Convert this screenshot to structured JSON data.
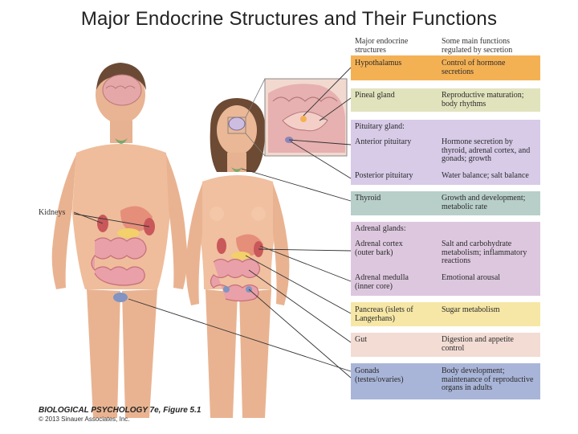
{
  "title": "Major Endocrine Structures and Their Functions",
  "columns": {
    "structures": "Major endocrine structures",
    "functions": "Some main functions regulated by secretion"
  },
  "rows": [
    {
      "structure": "Hypothalamus",
      "function": "Control of hormone secretions",
      "color": "#f4b154"
    },
    {
      "structure": "Pineal gland",
      "function": "Reproductive maturation; body rhythms",
      "color": "#e1e3bd"
    },
    {
      "structure": "Pituitary gland:",
      "function": "",
      "color": "#d7cbe8"
    },
    {
      "structure": "Anterior pituitary",
      "function": "Hormone secretion by thyroid, adrenal cortex, and gonads; growth",
      "color": "#d7cbe8"
    },
    {
      "structure": "Posterior pituitary",
      "function": "Water balance; salt balance",
      "color": "#d7cbe8"
    },
    {
      "structure": "Thyroid",
      "function": "Growth and development; metabolic rate",
      "color": "#b8cfc9"
    },
    {
      "structure": "Adrenal glands:",
      "function": "",
      "color": "#ddc7df"
    },
    {
      "structure": "Adrenal cortex (outer bark)",
      "function": "Salt and carbohydrate metabolism; inflammatory reactions",
      "color": "#ddc7df"
    },
    {
      "structure": "Adrenal medulla (inner core)",
      "function": "Emotional arousal",
      "color": "#ddc7df"
    },
    {
      "structure": "Pancreas (islets of Langerhans)",
      "function": "Sugar metabolism",
      "color": "#f6e7a6"
    },
    {
      "structure": "Gut",
      "function": "Digestion and appetite control",
      "color": "#f3dcd4"
    },
    {
      "structure": "Gonads (testes/ovaries)",
      "function": "Body development; maintenance of reproductive organs in adults",
      "color": "#a9b5d8"
    }
  ],
  "labels": {
    "kidneys": "Kidneys"
  },
  "credit": {
    "book": "BIOLOGICAL PSYCHOLOGY 7e, Figure 5.1",
    "copyright": "© 2013 Sinauer Associates, Inc."
  }
}
